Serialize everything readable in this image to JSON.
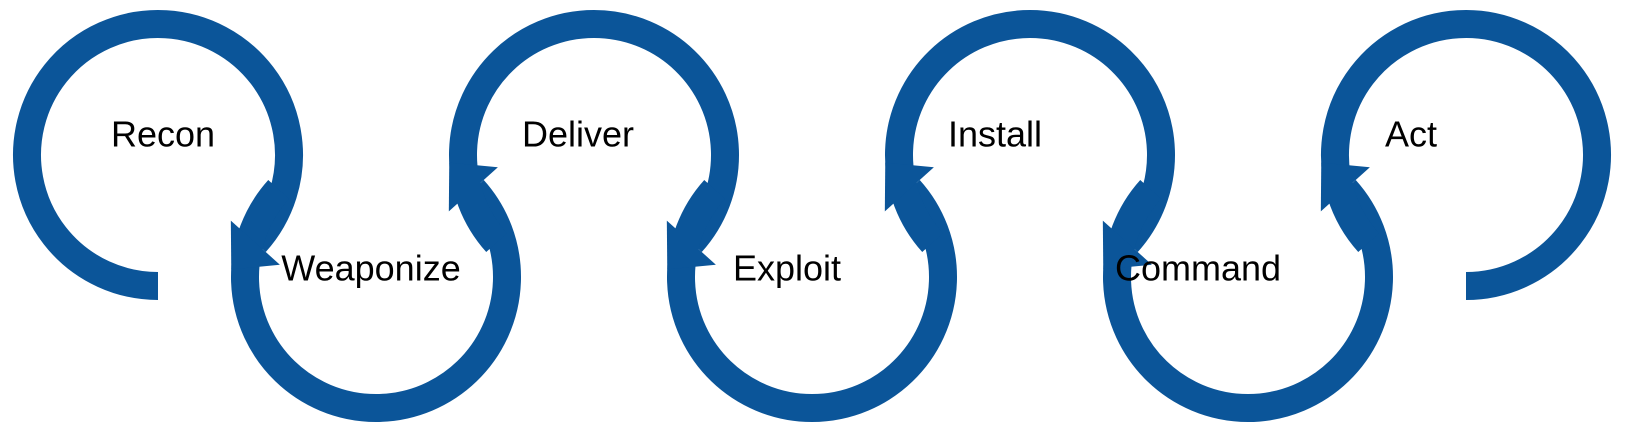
{
  "diagram": {
    "color": "#0b5599",
    "stages": [
      {
        "id": "recon",
        "label": "Recon"
      },
      {
        "id": "weaponize",
        "label": "Weaponize"
      },
      {
        "id": "deliver",
        "label": "Deliver"
      },
      {
        "id": "exploit",
        "label": "Exploit"
      },
      {
        "id": "install",
        "label": "Install"
      },
      {
        "id": "command",
        "label": "Command"
      },
      {
        "id": "act",
        "label": "Act"
      }
    ]
  }
}
